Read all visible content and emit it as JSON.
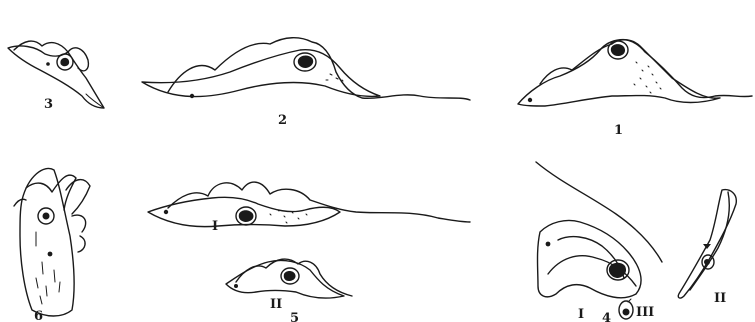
{
  "figures": [
    {
      "id": "fig-3",
      "label": "3"
    },
    {
      "id": "fig-2",
      "label": "2"
    },
    {
      "id": "fig-1",
      "label": "1"
    },
    {
      "id": "fig-6",
      "label": "6"
    },
    {
      "id": "fig-5",
      "label": "5",
      "sublabels": [
        "I",
        "II"
      ]
    },
    {
      "id": "fig-4",
      "label": "4",
      "sublabels": [
        "I",
        "II",
        "III"
      ]
    }
  ],
  "colors": {
    "ink": "#1a1a1a",
    "background": "#ffffff"
  }
}
